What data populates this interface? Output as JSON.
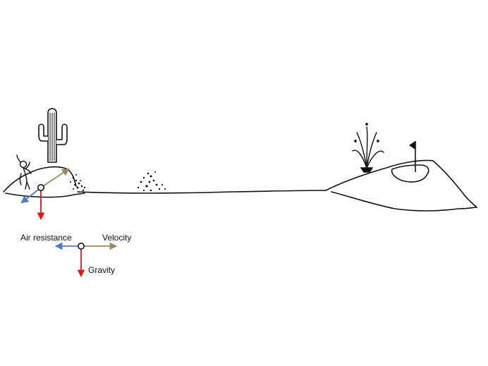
{
  "labels": {
    "air_resistance": "Air resistance",
    "velocity": "Velocity",
    "gravity": "Gravity"
  },
  "colors": {
    "air_resistance_arrow": "#4a7fc4",
    "velocity_arrow": "#9a8a5f",
    "gravity_arrow": "#e01616",
    "line_art": "#111111"
  },
  "icons": [
    "golfer-icon",
    "cactus-icon",
    "shrub-icon",
    "fountain-icon",
    "flag-icon"
  ]
}
